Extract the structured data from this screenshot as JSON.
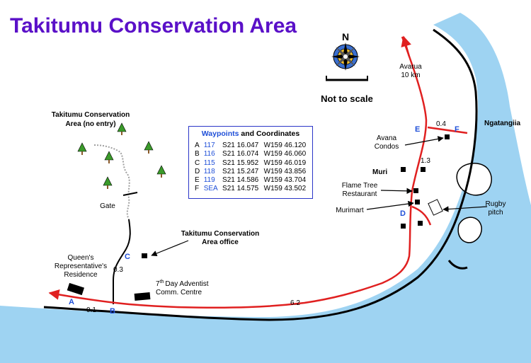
{
  "title": "Takitumu Conservation Area",
  "compass": {
    "letter": "N",
    "icon": "compass-rose-icon"
  },
  "scale_note": "Not to scale",
  "waypoints_table": {
    "heading_colored": "Waypoints",
    "heading_rest": "and Coordinates",
    "rows": [
      {
        "id": "A",
        "number": "117",
        "lat": "S21 16.047",
        "lon": "W159 46.120"
      },
      {
        "id": "B",
        "number": "116",
        "lat": "S21 16.074",
        "lon": "W159 46.060"
      },
      {
        "id": "C",
        "number": "115",
        "lat": "S21 15.952",
        "lon": "W159 46.019"
      },
      {
        "id": "D",
        "number": "118",
        "lat": "S21 15.247",
        "lon": "W159 43.856"
      },
      {
        "id": "E",
        "number": "119",
        "lat": "S21 14.586",
        "lon": "W159 43.704"
      },
      {
        "id": "F",
        "number": "SEA",
        "lat": "S21 14.575",
        "lon": "W159 43.502"
      }
    ]
  },
  "labels": {
    "conservation_area_1": "Takitumu Conservation",
    "conservation_area_2": "Area (no entry)",
    "gate": "Gate",
    "office_1": "Takitumu Conservation",
    "office_2": "Area office",
    "queens_1": "Queen's",
    "queens_2": "Representative's",
    "queens_3": "Residence",
    "adventist_1a": "7",
    "adventist_1sup": "th",
    "adventist_1b": "Day Adventist",
    "adventist_2": "Comm. Centre",
    "avarua_1": "Avarua",
    "avarua_2": "10 km",
    "ngatangiia": "Ngatangiia",
    "avana_1": "Avana",
    "avana_2": "Condos",
    "muri": "Muri",
    "flame_tree_1": "Flame Tree",
    "flame_tree_2": "Restaurant",
    "murimart": "Murimart",
    "rugby_1": "Rugby",
    "rugby_2": "pitch"
  },
  "waypoint_markers": {
    "A": "A",
    "B": "B",
    "C": "C",
    "D": "D",
    "E": "E",
    "F": "F"
  },
  "distances": {
    "d1": "0.1",
    "d2": "0.3",
    "d3": "6.2",
    "d4": "1.3",
    "d5": "0.4"
  },
  "colors": {
    "title": "#5a10c8",
    "sea": "#9ed3f2",
    "road": "#e02020",
    "track": "#000000",
    "trail": "#a0a0a0",
    "waypoint": "#1f4fd8",
    "box_border": "#2a35c8"
  }
}
